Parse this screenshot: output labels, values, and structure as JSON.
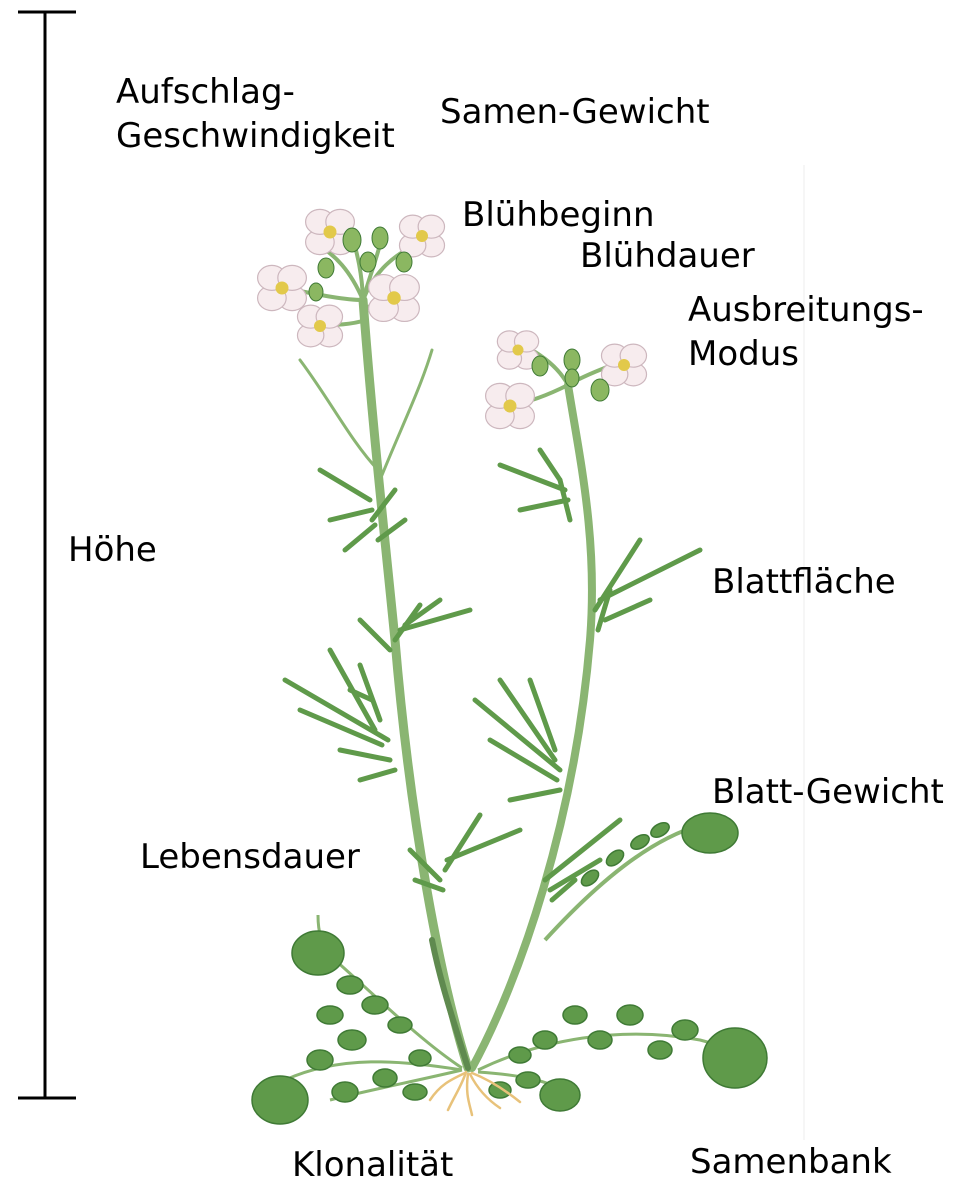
{
  "colors": {
    "text": "#000000",
    "scale_bar": "#000000",
    "stem": "#8ab572",
    "stem_dark": "#5f8a4f",
    "leaf": "#5f9a4a",
    "leaf_light": "#86ba6a",
    "leaf_dark": "#3f7a35",
    "petal": "#f7ecee",
    "petal_edge": "#cdb7be",
    "flower_center": "#e2c94a",
    "bud": "#8bb761",
    "root": "#e8c27a",
    "frame_line": "#eeeeee"
  },
  "labels": {
    "height": "Höhe",
    "impact_speed_1": "Aufschlag-",
    "impact_speed_2": "Geschwindigkeit",
    "seed_weight": "Samen-Gewicht",
    "flowering_start": "Blühbeginn",
    "flowering_duration": "Blühdauer",
    "dispersal_mode_1": "Ausbreitungs-",
    "dispersal_mode_2": "Modus",
    "leaf_area": "Blattfläche",
    "leaf_weight": "Blatt-Gewicht",
    "lifespan": "Lebensdauer",
    "clonality": "Klonalität",
    "seed_bank": "Samenbank"
  },
  "icons": {
    "plant": "cardamine-pratensis-illustration-icon",
    "scale": "height-scale-bar-icon"
  }
}
